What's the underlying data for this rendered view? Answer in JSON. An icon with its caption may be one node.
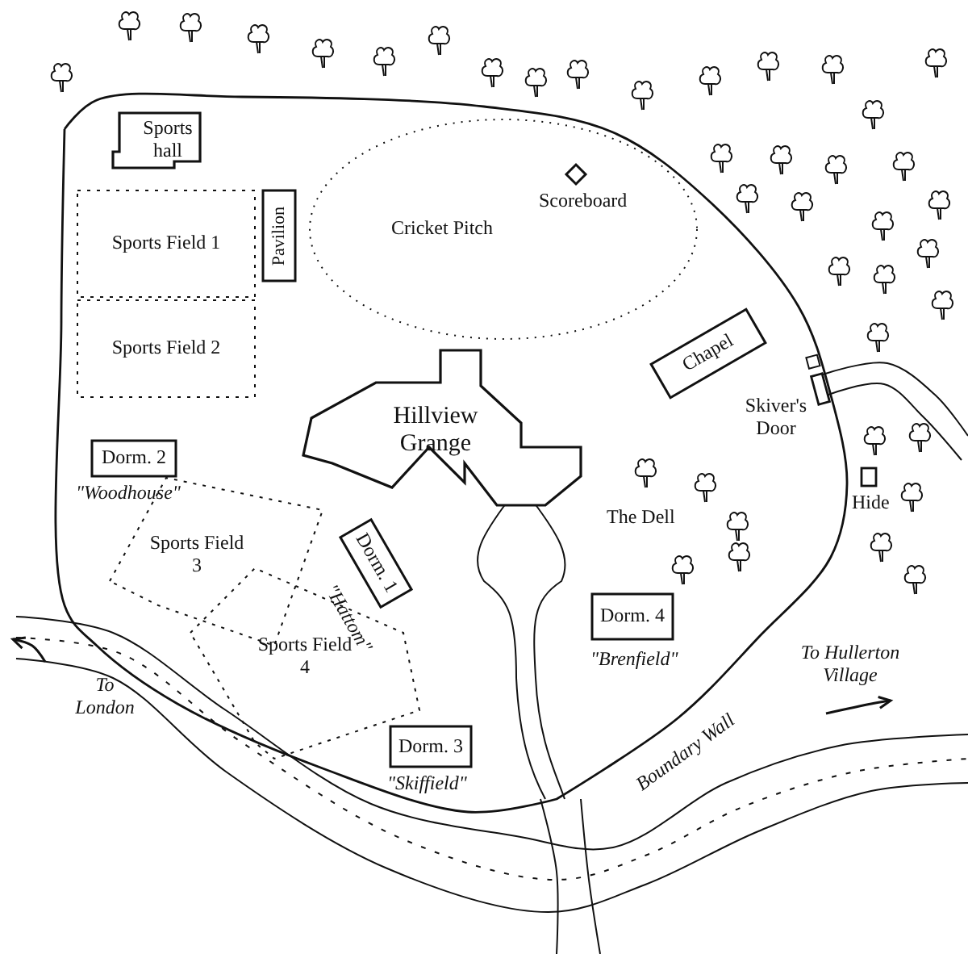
{
  "diagram": {
    "nodes": [
      {
        "text": [
          "Sports hall"
        ]
      },
      {
        "text": [
          "Pavilion"
        ]
      },
      {
        "text": [
          "Cricket Pitch"
        ]
      },
      {
        "text": [
          "Sports Field 1"
        ]
      },
      {
        "text": [
          "Sports Field 2"
        ]
      },
      {
        "text": [
          "Hillview Grange"
        ]
      },
      {
        "text": [
          "Dorm. 2"
        ],
        "beside": [
          "\"Woodhouse\""
        ]
      },
      {
        "text": [
          "Chapel"
        ]
      },
      {
        "text": [
          "Sports Field 3"
        ]
      },
      {
        "text": [
          "Dorm. 1"
        ],
        "beside": [
          "\"Hattom\""
        ]
      },
      {
        "text": [
          "Sports Field 4"
        ]
      },
      {
        "text": [
          "Dorm. 4"
        ],
        "beside": [
          "\"Brenfield\""
        ]
      },
      {
        "text": [
          "Dorm. 3"
        ],
        "beside": [
          "\"Skiffield\""
        ]
      },
      {
        "text": [],
        "shape": "diamond",
        "in": 2,
        "beside": [
          "Scoreboard"
        ]
      },
      {
        "text": [],
        "shape": "box",
        "beside": [
          "Skiver's Door"
        ]
      },
      {
        "text": [],
        "shape": "box",
        "beside": [
          "Hide"
        ]
      }
    ],
    "labels": [
      "The Dell",
      "Boundary Wall",
      "To London",
      "To Hullerton Village"
    ]
  }
}
